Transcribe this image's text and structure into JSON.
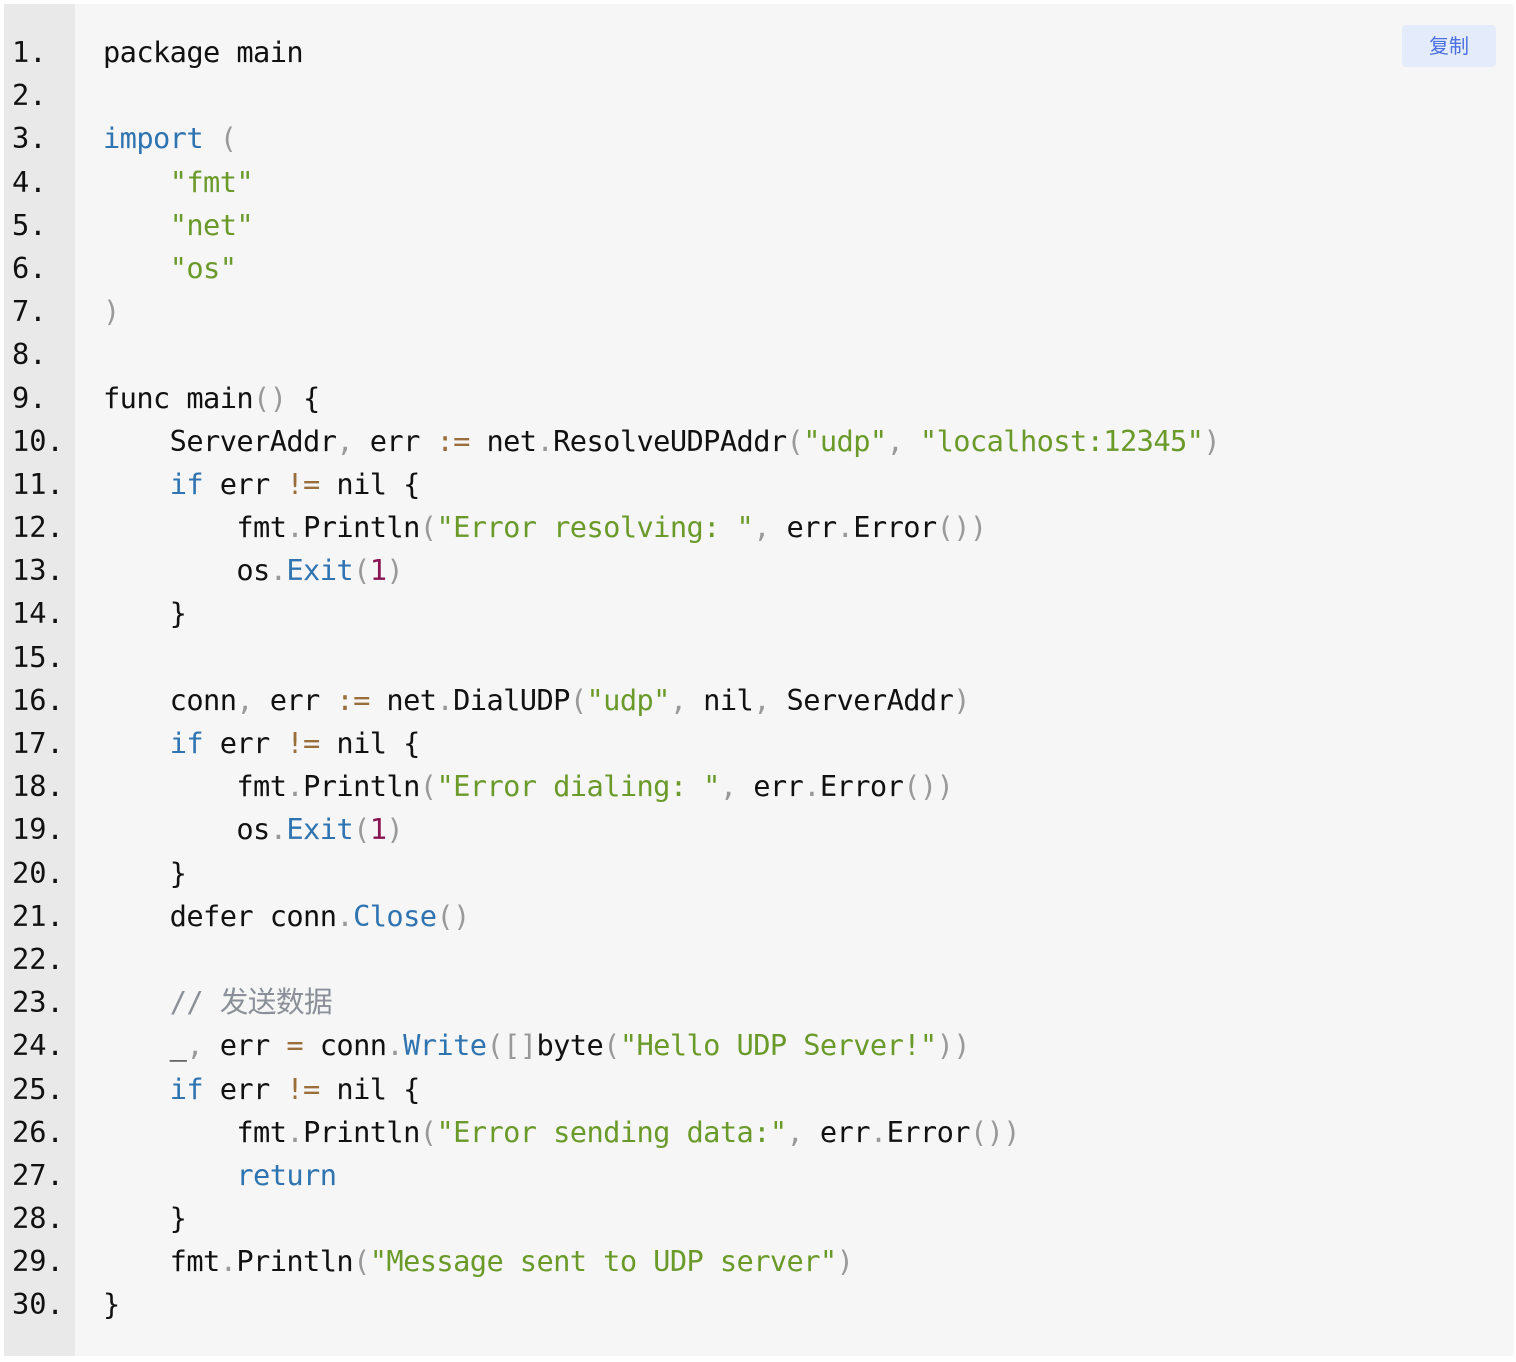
{
  "copy_label": "复制",
  "language": "go",
  "lines": [
    [
      [
        "package main",
        ""
      ]
    ],
    [],
    [
      [
        "import",
        "kw"
      ],
      [
        " ",
        ""
      ],
      [
        "(",
        "pun"
      ]
    ],
    [
      [
        "    ",
        ""
      ],
      [
        "\"fmt\"",
        "str"
      ]
    ],
    [
      [
        "    ",
        ""
      ],
      [
        "\"net\"",
        "str"
      ]
    ],
    [
      [
        "    ",
        ""
      ],
      [
        "\"os\"",
        "str"
      ]
    ],
    [
      [
        ")",
        "pun"
      ]
    ],
    [],
    [
      [
        "func main",
        ""
      ],
      [
        "()",
        "pun"
      ],
      [
        " {",
        ""
      ]
    ],
    [
      [
        "    ServerAddr",
        ""
      ],
      [
        ",",
        "pun"
      ],
      [
        " err ",
        ""
      ],
      [
        ":=",
        "op"
      ],
      [
        " net",
        ""
      ],
      [
        ".",
        "pun"
      ],
      [
        "ResolveUDPAddr",
        ""
      ],
      [
        "(",
        "pun"
      ],
      [
        "\"udp\"",
        "str"
      ],
      [
        ",",
        "pun"
      ],
      [
        " ",
        ""
      ],
      [
        "\"localhost:12345\"",
        "str"
      ],
      [
        ")",
        "pun"
      ]
    ],
    [
      [
        "    ",
        ""
      ],
      [
        "if",
        "kw"
      ],
      [
        " err ",
        ""
      ],
      [
        "!=",
        "op"
      ],
      [
        " nil {",
        ""
      ]
    ],
    [
      [
        "        fmt",
        ""
      ],
      [
        ".",
        "pun"
      ],
      [
        "Println",
        ""
      ],
      [
        "(",
        "pun"
      ],
      [
        "\"Error resolving: \"",
        "str"
      ],
      [
        ",",
        "pun"
      ],
      [
        " err",
        ""
      ],
      [
        ".",
        "pun"
      ],
      [
        "Error",
        ""
      ],
      [
        "())",
        "pun"
      ]
    ],
    [
      [
        "        os",
        ""
      ],
      [
        ".",
        "pun"
      ],
      [
        "Exit",
        "fn"
      ],
      [
        "(",
        "pun"
      ],
      [
        "1",
        "num"
      ],
      [
        ")",
        "pun"
      ]
    ],
    [
      [
        "    }",
        ""
      ]
    ],
    [],
    [
      [
        "    conn",
        ""
      ],
      [
        ",",
        "pun"
      ],
      [
        " err ",
        ""
      ],
      [
        ":=",
        "op"
      ],
      [
        " net",
        ""
      ],
      [
        ".",
        "pun"
      ],
      [
        "DialUDP",
        ""
      ],
      [
        "(",
        "pun"
      ],
      [
        "\"udp\"",
        "str"
      ],
      [
        ",",
        "pun"
      ],
      [
        " nil",
        ""
      ],
      [
        ",",
        "pun"
      ],
      [
        " ServerAddr",
        ""
      ],
      [
        ")",
        "pun"
      ]
    ],
    [
      [
        "    ",
        ""
      ],
      [
        "if",
        "kw"
      ],
      [
        " err ",
        ""
      ],
      [
        "!=",
        "op"
      ],
      [
        " nil {",
        ""
      ]
    ],
    [
      [
        "        fmt",
        ""
      ],
      [
        ".",
        "pun"
      ],
      [
        "Println",
        ""
      ],
      [
        "(",
        "pun"
      ],
      [
        "\"Error dialing: \"",
        "str"
      ],
      [
        ",",
        "pun"
      ],
      [
        " err",
        ""
      ],
      [
        ".",
        "pun"
      ],
      [
        "Error",
        ""
      ],
      [
        "())",
        "pun"
      ]
    ],
    [
      [
        "        os",
        ""
      ],
      [
        ".",
        "pun"
      ],
      [
        "Exit",
        "fn"
      ],
      [
        "(",
        "pun"
      ],
      [
        "1",
        "num"
      ],
      [
        ")",
        "pun"
      ]
    ],
    [
      [
        "    }",
        ""
      ]
    ],
    [
      [
        "    defer conn",
        ""
      ],
      [
        ".",
        "pun"
      ],
      [
        "Close",
        "fn"
      ],
      [
        "()",
        "pun"
      ]
    ],
    [],
    [
      [
        "    ",
        ""
      ],
      [
        "// 发送数据",
        "com"
      ]
    ],
    [
      [
        "    _",
        ""
      ],
      [
        ",",
        "pun"
      ],
      [
        " err ",
        ""
      ],
      [
        "=",
        "op"
      ],
      [
        " conn",
        ""
      ],
      [
        ".",
        "pun"
      ],
      [
        "Write",
        "fn"
      ],
      [
        "(",
        "pun"
      ],
      [
        "[]",
        "pun"
      ],
      [
        "byte",
        ""
      ],
      [
        "(",
        "pun"
      ],
      [
        "\"Hello UDP Server!\"",
        "str"
      ],
      [
        "))",
        "pun"
      ]
    ],
    [
      [
        "    ",
        ""
      ],
      [
        "if",
        "kw"
      ],
      [
        " err ",
        ""
      ],
      [
        "!=",
        "op"
      ],
      [
        " nil {",
        ""
      ]
    ],
    [
      [
        "        fmt",
        ""
      ],
      [
        ".",
        "pun"
      ],
      [
        "Println",
        ""
      ],
      [
        "(",
        "pun"
      ],
      [
        "\"Error sending data:\"",
        "str"
      ],
      [
        ",",
        "pun"
      ],
      [
        " err",
        ""
      ],
      [
        ".",
        "pun"
      ],
      [
        "Error",
        ""
      ],
      [
        "())",
        "pun"
      ]
    ],
    [
      [
        "        ",
        ""
      ],
      [
        "return",
        "kw"
      ]
    ],
    [
      [
        "    }",
        ""
      ]
    ],
    [
      [
        "    fmt",
        ""
      ],
      [
        ".",
        "pun"
      ],
      [
        "Println",
        ""
      ],
      [
        "(",
        "pun"
      ],
      [
        "\"Message sent to UDP server\"",
        "str"
      ],
      [
        ")",
        "pun"
      ]
    ],
    [
      [
        "}",
        ""
      ]
    ]
  ]
}
